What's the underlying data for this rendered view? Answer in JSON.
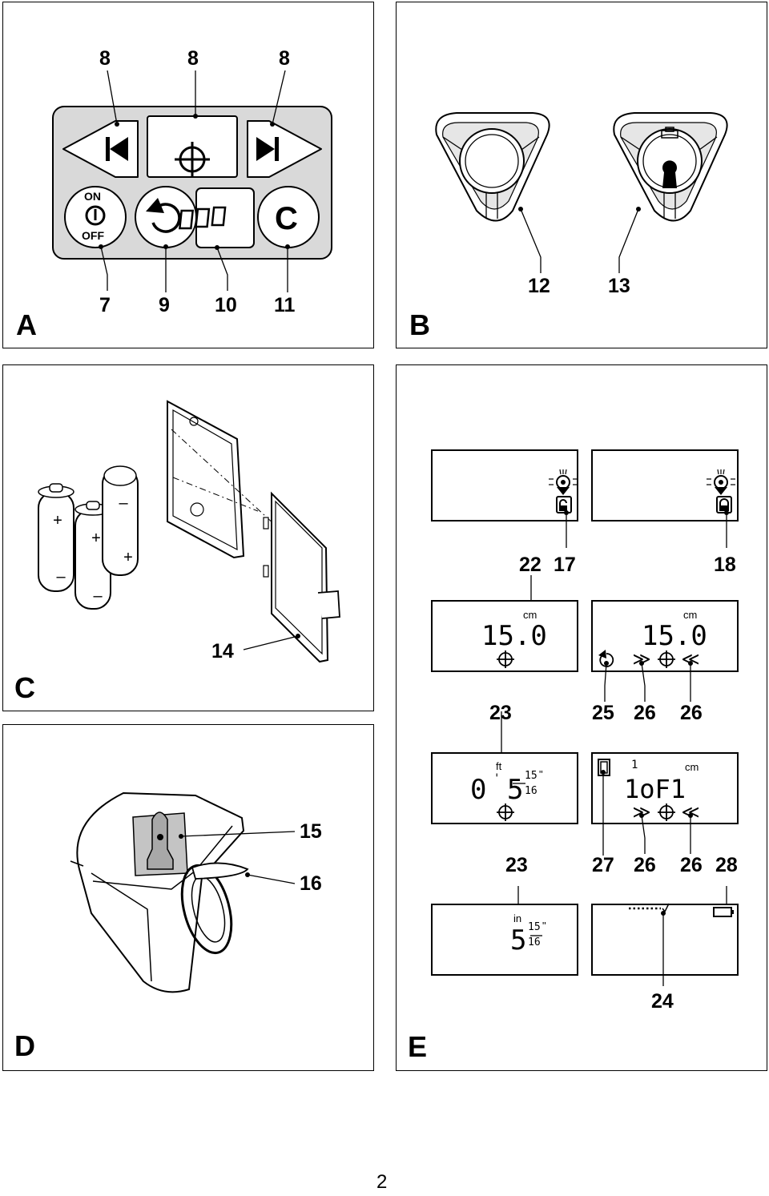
{
  "panels": {
    "a": {
      "letter": "A",
      "top_callouts": [
        "8",
        "8",
        "8"
      ],
      "bottom_callouts": [
        "7",
        "9",
        "10",
        "11"
      ],
      "on_label": "ON",
      "off_label": "OFF",
      "clear_label": "C"
    },
    "b": {
      "letter": "B",
      "callouts": [
        "12",
        "13"
      ]
    },
    "c": {
      "letter": "C",
      "callout": "14"
    },
    "d": {
      "letter": "D",
      "callouts": [
        "15",
        "16"
      ]
    },
    "e": {
      "letter": "E",
      "row1_callouts": [
        "22",
        "17",
        "18"
      ],
      "row2_callouts": [
        "23",
        "25",
        "26",
        "26"
      ],
      "row3_callouts": [
        "23",
        "27",
        "26",
        "26",
        "28"
      ],
      "row4_callout": "24",
      "displays": {
        "d3": {
          "unit": "cm",
          "value": "15.0"
        },
        "d4": {
          "unit": "cm",
          "value": "15.0"
        },
        "d5": {
          "unit": "ft",
          "feet": "0",
          "inches": "5",
          "frac_num": "15",
          "frac_den": "16"
        },
        "d6": {
          "unit": "cm",
          "small": "1",
          "value": "1oF1"
        },
        "d7": {
          "unit": "in",
          "inches": "5",
          "frac_num": "15",
          "frac_den": "16"
        }
      }
    }
  },
  "page_number": "2"
}
